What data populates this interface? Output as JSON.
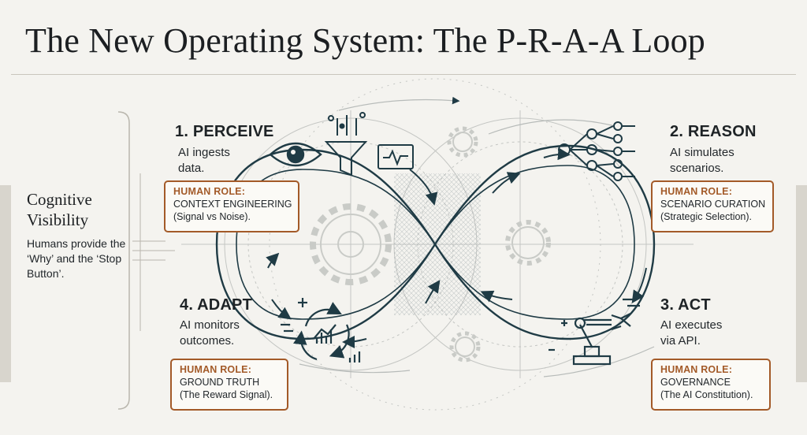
{
  "title": "The New Operating System: The P-R-A-A Loop",
  "side": {
    "heading": "Cognitive Visibility",
    "body": "Humans provide the ‘Why’ and the ‘Stop Button’."
  },
  "stages": {
    "perceive": {
      "label": "1. PERCEIVE",
      "desc": "AI ingests data.",
      "role_label": "HUMAN ROLE:",
      "role_line1": "CONTEXT ENGINEERING",
      "role_line2": "(Signal vs Noise)."
    },
    "reason": {
      "label": "2. REASON",
      "desc": "AI simulates scenarios.",
      "role_label": "HUMAN ROLE:",
      "role_line1": "SCENARIO CURATION",
      "role_line2": "(Strategic Selection)."
    },
    "act": {
      "label": "3. ACT",
      "desc": "AI executes via API.",
      "role_label": "HUMAN ROLE:",
      "role_line1": "GOVERNANCE",
      "role_line2": "(The AI Constitution)."
    },
    "adapt": {
      "label": "4. ADAPT",
      "desc": "AI monitors outcomes.",
      "role_label": "HUMAN ROLE:",
      "role_line1": "GROUND TRUTH",
      "role_line2": "(The Reward Signal)."
    }
  },
  "colors": {
    "ink": "#1f3b45",
    "accent": "#a35a28",
    "background": "#f4f3ef"
  },
  "icons": [
    "eye-icon",
    "funnel-icon",
    "monitor-icon",
    "decision-tree-icon",
    "robot-arm-icon",
    "cycle-chart-icon",
    "gear-icon"
  ]
}
